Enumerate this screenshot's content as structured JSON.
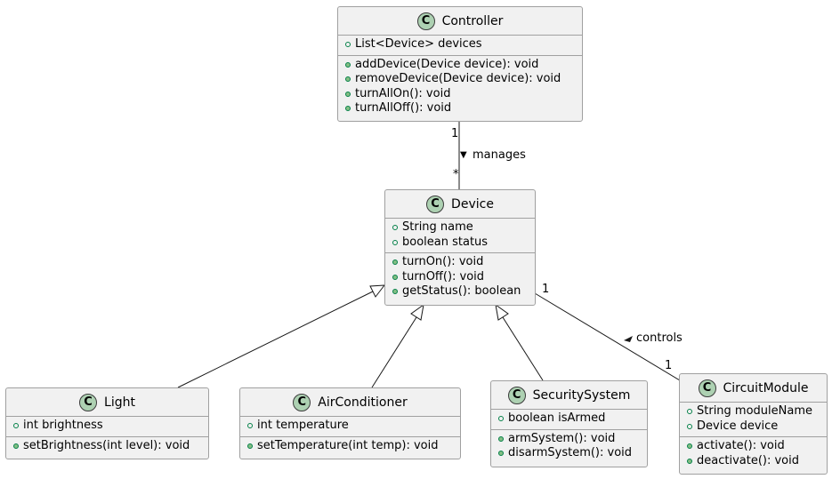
{
  "classes": {
    "controller": {
      "name": "Controller",
      "fields": [
        "List<Device> devices"
      ],
      "methods": [
        "addDevice(Device device): void",
        "removeDevice(Device device): void",
        "turnAllOn(): void",
        "turnAllOff(): void"
      ]
    },
    "device": {
      "name": "Device",
      "fields": [
        "String name",
        "boolean status"
      ],
      "methods": [
        "turnOn(): void",
        "turnOff(): void",
        "getStatus(): boolean"
      ]
    },
    "light": {
      "name": "Light",
      "fields": [
        "int brightness"
      ],
      "methods": [
        "setBrightness(int level): void"
      ]
    },
    "airconditioner": {
      "name": "AirConditioner",
      "fields": [
        "int temperature"
      ],
      "methods": [
        "setTemperature(int temp): void"
      ]
    },
    "securitysystem": {
      "name": "SecuritySystem",
      "fields": [
        "boolean isArmed"
      ],
      "methods": [
        "armSystem(): void",
        "disarmSystem(): void"
      ]
    },
    "circuitmodule": {
      "name": "CircuitModule",
      "fields": [
        "String moduleName",
        "Device device"
      ],
      "methods": [
        "activate(): void",
        "deactivate(): void"
      ]
    }
  },
  "class_badge": "C",
  "relations": {
    "manages": {
      "label": "manages",
      "arrow": "▼",
      "from_mult": "1",
      "to_mult": "*"
    },
    "controls": {
      "label": "controls",
      "arrow": "◀",
      "from_mult": "1",
      "to_mult": "1"
    }
  }
}
